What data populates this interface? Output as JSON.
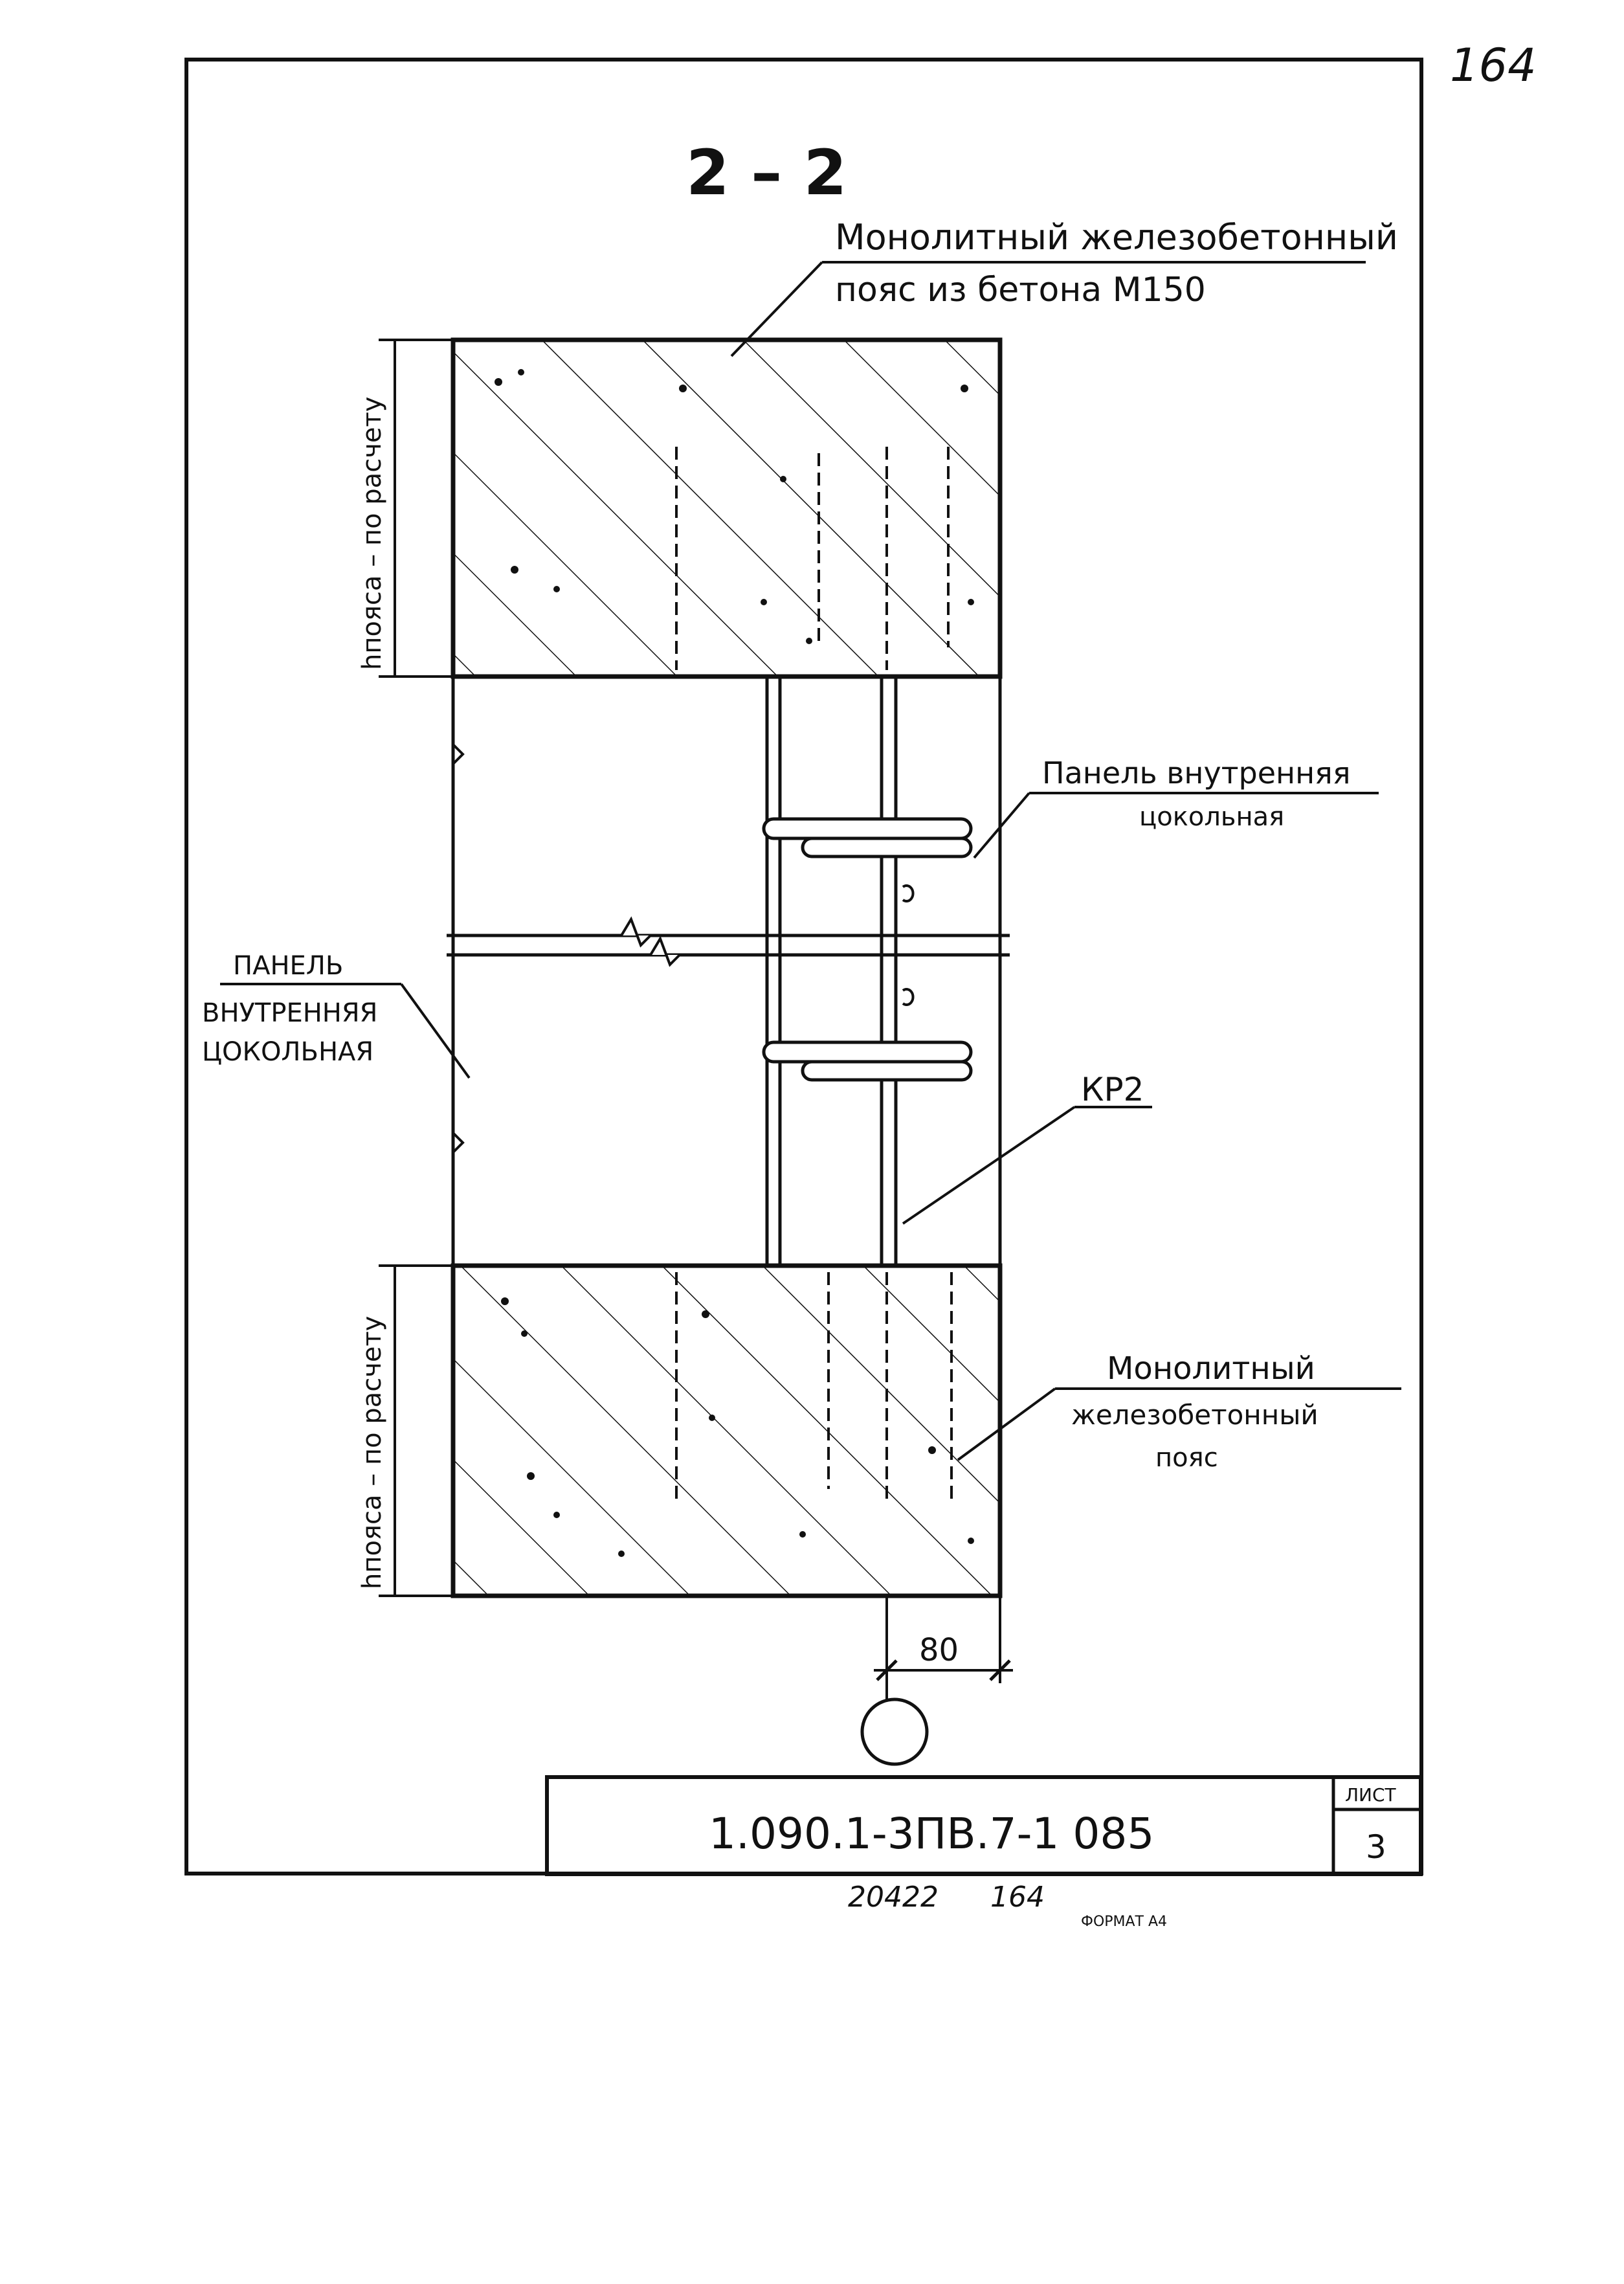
{
  "corner_mark": "164",
  "section_title": "2 – 2",
  "callouts": {
    "top_belt": {
      "line1": "Монолитный железобетонный",
      "line2": "пояс из бетона М150"
    },
    "panel_right": {
      "line1": "Панель внутренняя",
      "line2": "цокольная"
    },
    "panel_left": {
      "line1": "ПАНЕЛЬ",
      "line2": "ВНУТРЕННЯЯ",
      "line3": "ЦОКОЛЬНАЯ"
    },
    "kp2": "КР2",
    "bottom_belt": {
      "line1": "Монолитный",
      "line2": "железобетонный",
      "line3": "пояс"
    }
  },
  "dimensions": {
    "top_height": "hпояса – по расчету",
    "bottom_height": "hпояса – по расчету",
    "width": "80"
  },
  "title_block": {
    "code": "1.090.1-3ПВ.7-1   085",
    "sheet_label": "ЛИСТ",
    "sheet_number": "3"
  },
  "footer": {
    "inventory": "20422",
    "page": "164",
    "format": "ФОРМАТ А4"
  },
  "colors": {
    "ink": "#111111",
    "paper": "#ffffff"
  }
}
